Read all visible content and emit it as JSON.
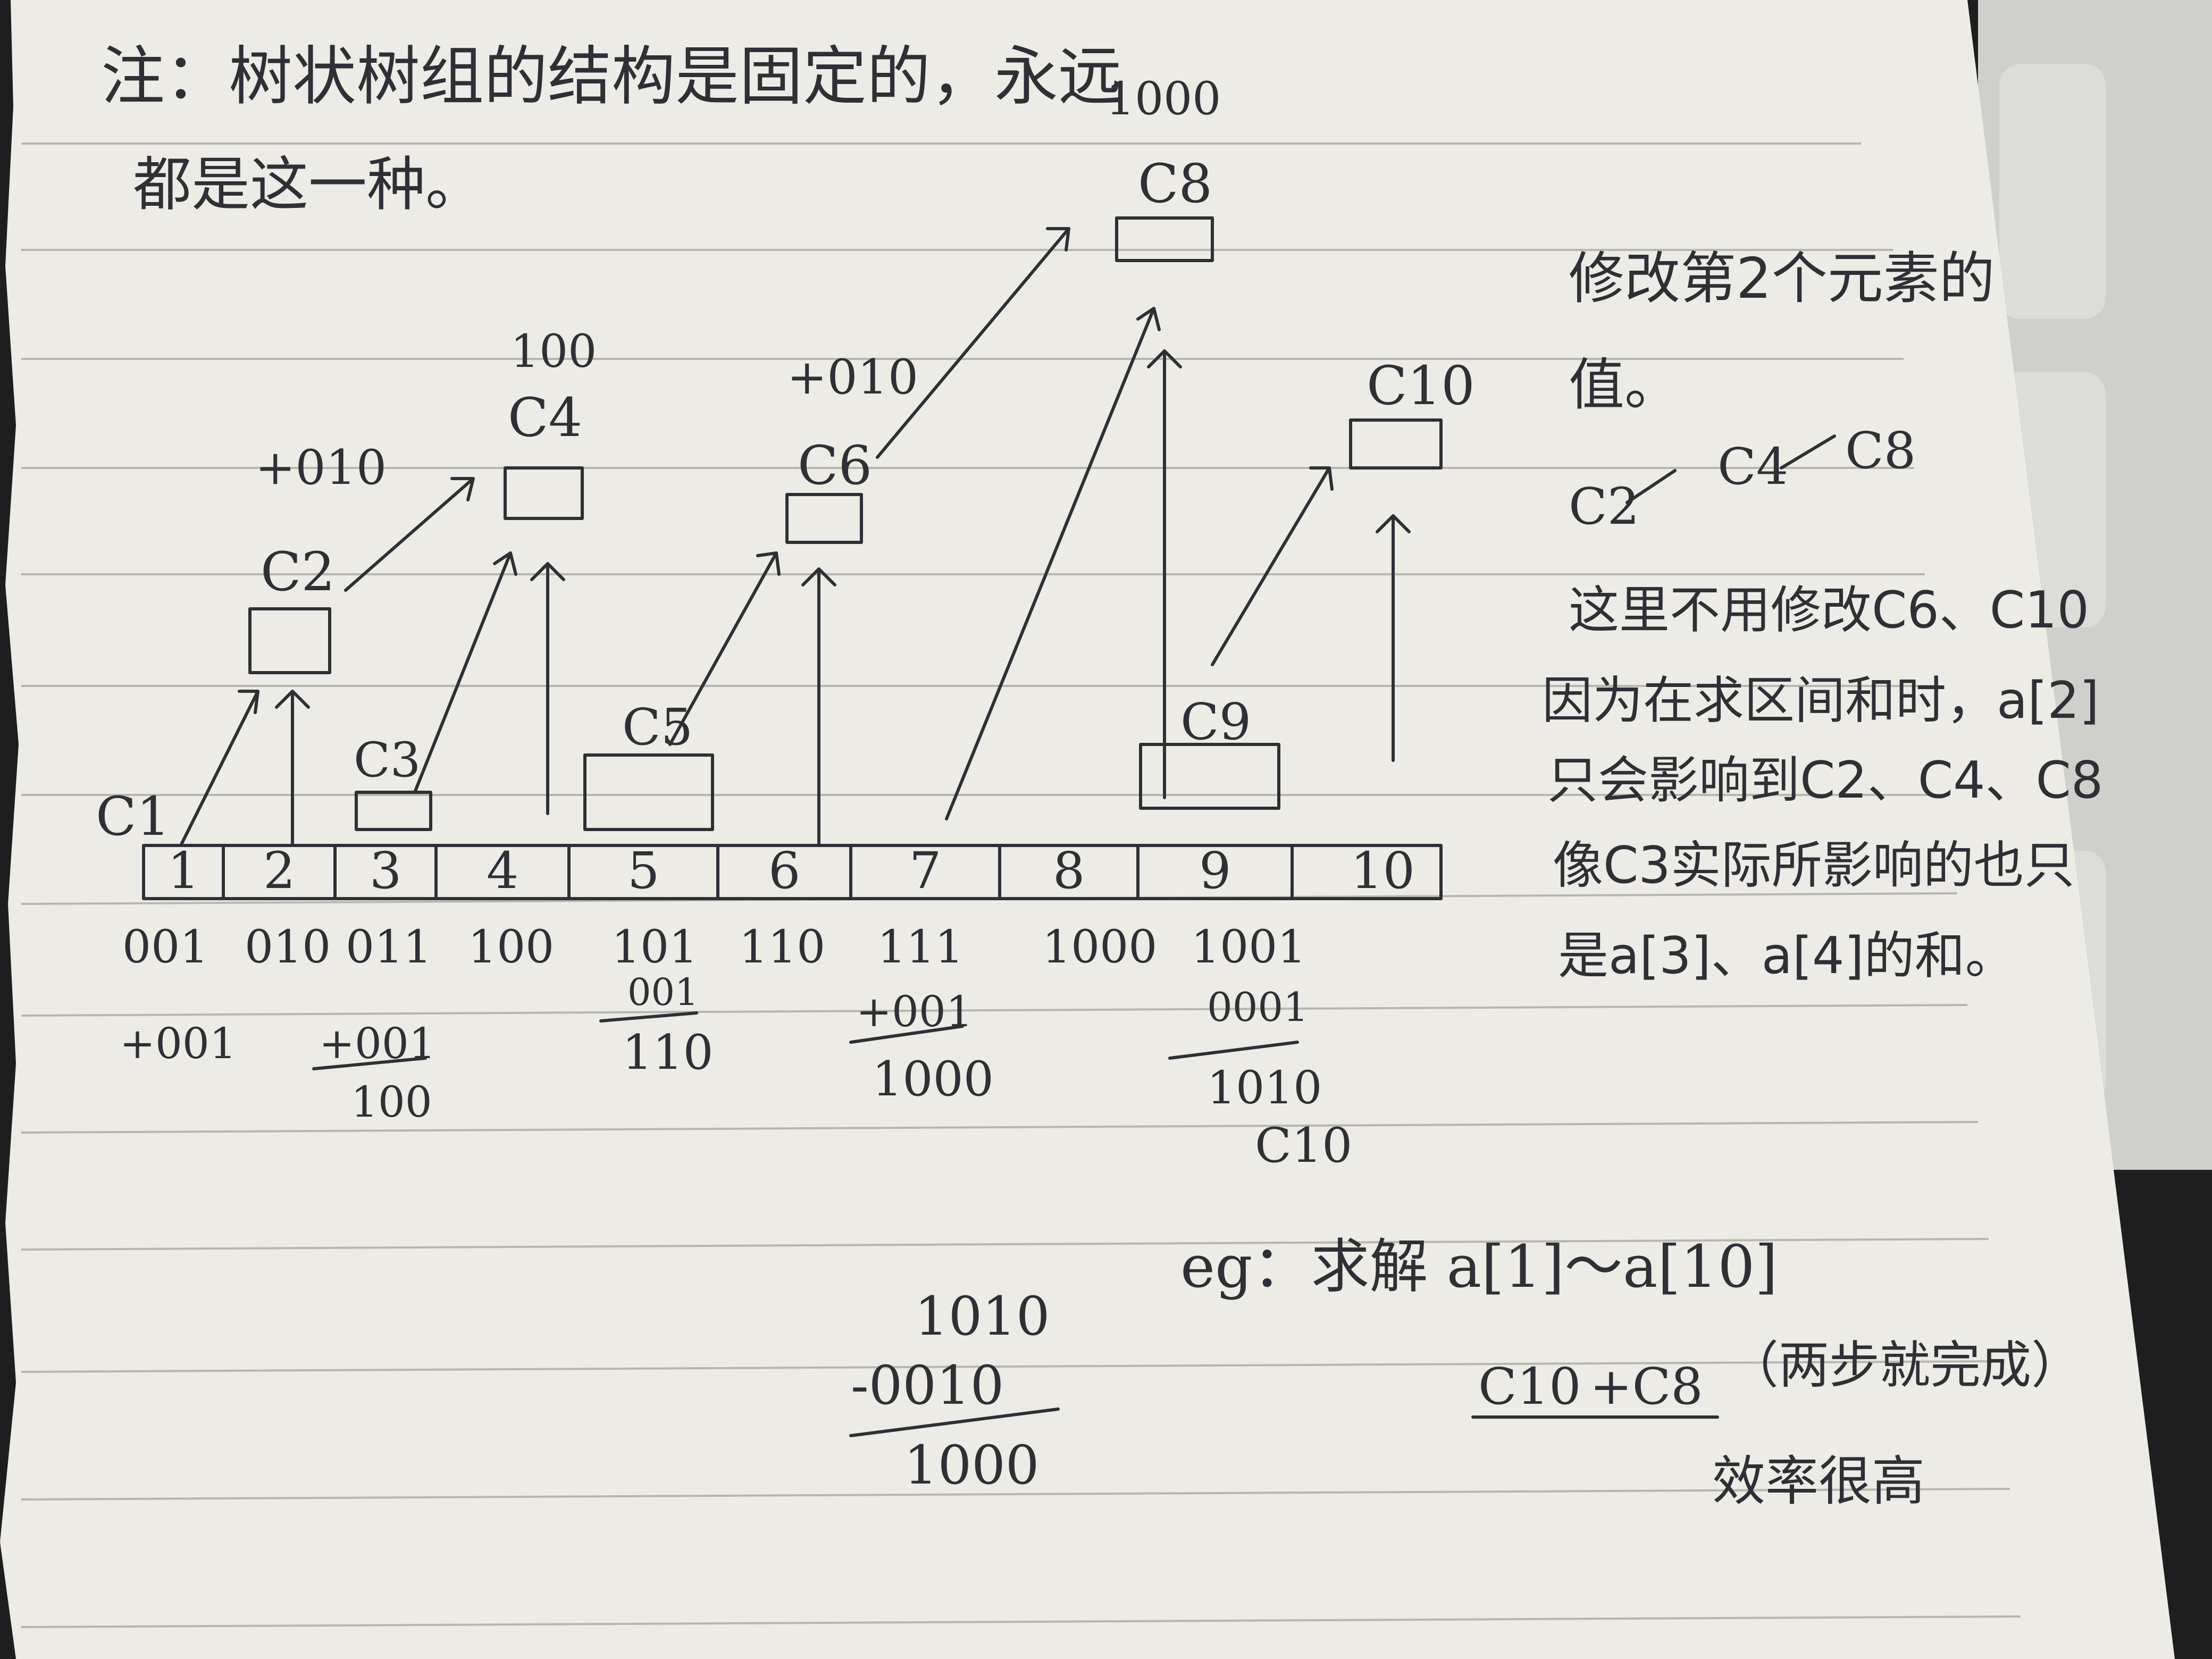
{
  "note": {
    "line1": "注：树状树组的结构是固定的，永远",
    "line2": "都是这一种。"
  },
  "cells": [
    "1",
    "2",
    "3",
    "4",
    "5",
    "6",
    "7",
    "8",
    "9",
    "10"
  ],
  "binary": [
    "001",
    "010",
    "011",
    "100",
    "101",
    "110",
    "111",
    "1000",
    "1001"
  ],
  "nodes": {
    "c1": "C1",
    "c2": "C2",
    "c3": "C3",
    "c4": "C4",
    "c5": "C5",
    "c6": "C6",
    "c8": "C8",
    "c9": "C9",
    "c10": "C10"
  },
  "node_values": {
    "c4": "100",
    "c8": "1000"
  },
  "plus": {
    "c2": "+010",
    "c6": "+010"
  },
  "sums": {
    "s1": {
      "add": "+001"
    },
    "s3": {
      "add": "+001",
      "result": "100"
    },
    "s5": {
      "add": "001",
      "result": "110"
    },
    "s7": {
      "add": "+001",
      "result": "1000"
    },
    "s9": {
      "add": "0001",
      "result": "1010",
      "label": "C10"
    }
  },
  "right_notes": {
    "line1": "修改第2个元素的",
    "line2": "值。",
    "chain": [
      "C2",
      "C4",
      "C8"
    ],
    "line3": "这里不用修改C6、C10",
    "line4": "因为在求区间和时，a[2]",
    "line5": "只会影响到C2、C4、C8",
    "line6": "像C3实际所影响的也只",
    "line7": "是a[3]、a[4]的和。"
  },
  "example": {
    "title": "eg：求解 a[1]～a[10]",
    "top": "1010",
    "minus": "-0010",
    "result": "1000",
    "formula_a": "C10",
    "formula_b": "+C8",
    "formula_note": "（两步就完成）",
    "efficiency": "效率很高"
  },
  "colors": {
    "paper": "#ecebe6",
    "ink": "#2e3035",
    "rule": "#b9b6ae",
    "binder": "#d3d3d0"
  }
}
